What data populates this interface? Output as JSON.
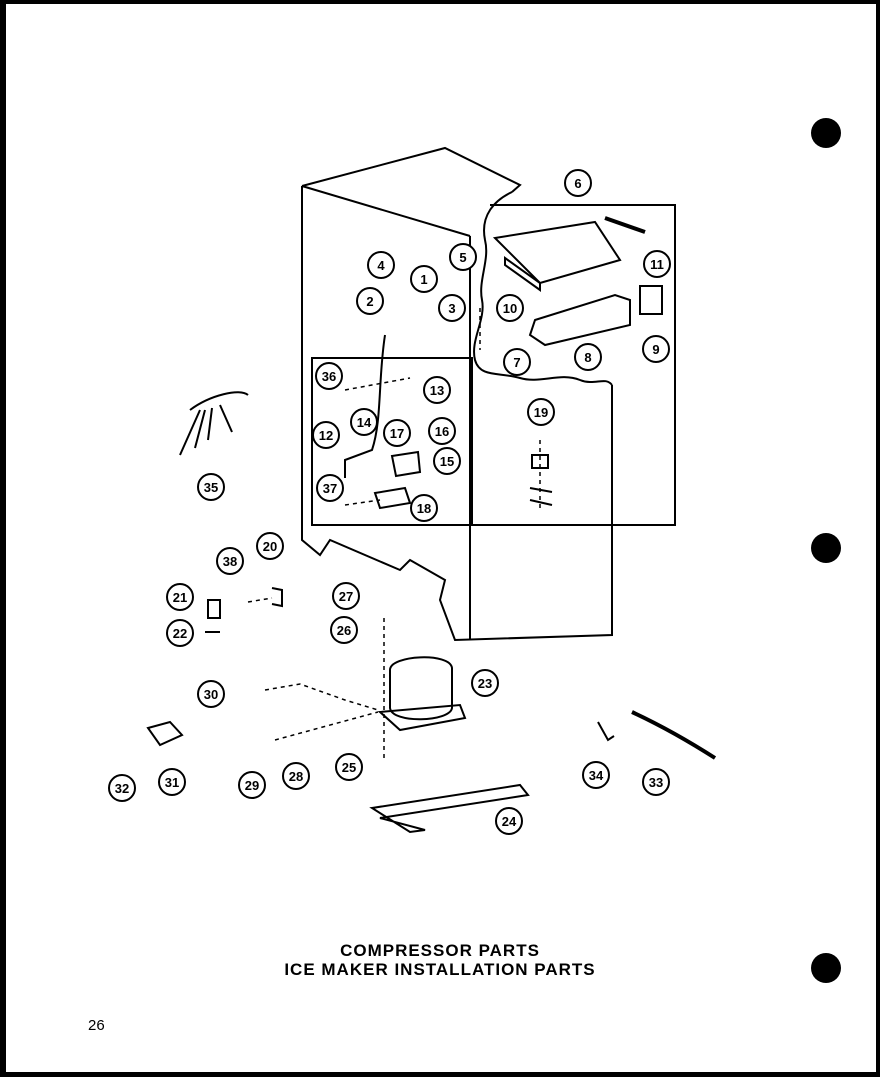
{
  "title_line1": "COMPRESSOR PARTS",
  "title_line2": "ICE MAKER INSTALLATION PARTS",
  "page_number": "26",
  "callouts": [
    "1",
    "2",
    "3",
    "4",
    "5",
    "6",
    "7",
    "8",
    "9",
    "10",
    "11",
    "12",
    "13",
    "14",
    "15",
    "16",
    "17",
    "18",
    "19",
    "20",
    "21",
    "22",
    "23",
    "24",
    "25",
    "26",
    "27",
    "28",
    "29",
    "30",
    "31",
    "32",
    "33",
    "34",
    "35",
    "36",
    "37",
    "38"
  ]
}
